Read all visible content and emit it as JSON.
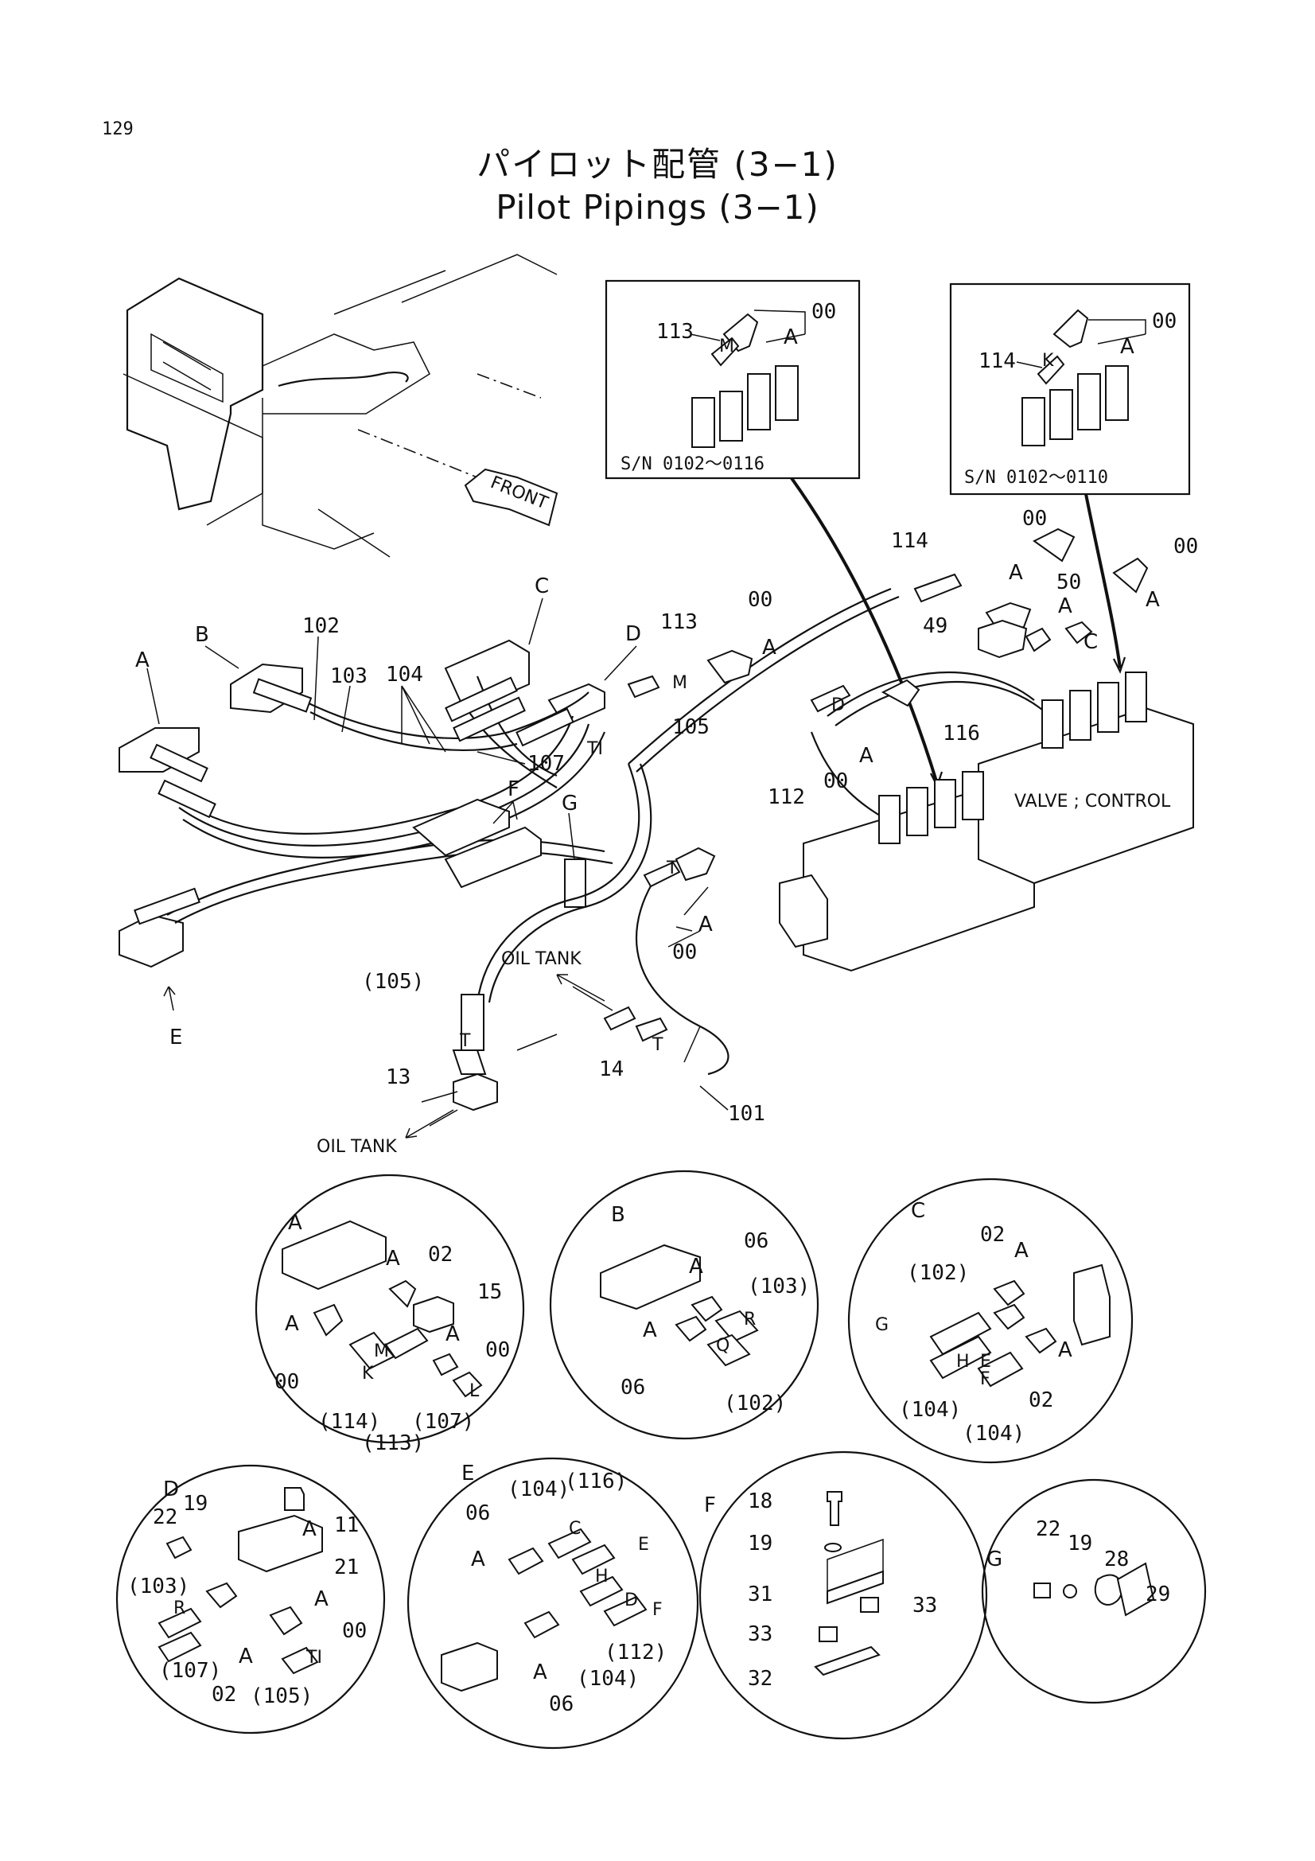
{
  "page_number": "129",
  "title_jp": "パイロット配管 (3−1)",
  "title_en": "Pilot Pipings (3−1)",
  "insets": [
    {
      "part": "113",
      "letter": "M",
      "fitting": "00",
      "oring": "A",
      "sn": "S/N  0102～0116"
    },
    {
      "part": "114",
      "letter": "K",
      "fitting": "00",
      "oring": "A",
      "sn": "S/N  0102～0110"
    }
  ],
  "main": {
    "front": "FRONT",
    "valve_label": "VALVE ; CONTROL",
    "oil_tank_1": "OIL TANK",
    "oil_tank_2": "OIL TANK",
    "view_letters": [
      "A",
      "B",
      "C",
      "D",
      "E",
      "F",
      "G"
    ],
    "callouts": [
      "102",
      "103",
      "104",
      "107",
      "113",
      "00",
      "A",
      "105",
      "112",
      "00",
      "A",
      "114",
      "00",
      "A",
      "49",
      "50",
      "A",
      "C",
      "00",
      "A",
      "116",
      "T",
      "A",
      "00",
      "(105)",
      "T",
      "13",
      "14",
      "T",
      "101",
      "M",
      "T",
      "TI",
      "D"
    ]
  },
  "details": {
    "A": [
      "A",
      "02",
      "A",
      "15",
      "A",
      "00",
      "A",
      "00",
      "M",
      "K",
      "L",
      "(114)",
      "(113)",
      "(107)"
    ],
    "B": [
      "B",
      "06",
      "A",
      "(103)",
      "R",
      "A",
      "Q",
      "06",
      "(102)"
    ],
    "C": [
      "C",
      "02",
      "A",
      "(102)",
      "G",
      "H",
      "E",
      "F",
      "A",
      "(104)",
      "(104)",
      "02"
    ],
    "D": [
      "D",
      "19",
      "22",
      "11",
      "A",
      "21",
      "(103)",
      "R",
      "A",
      "00",
      "(107)",
      "A",
      "02",
      "TI",
      "(105)"
    ],
    "E": [
      "E",
      "(104)",
      "(116)",
      "06",
      "C",
      "E",
      "A",
      "H",
      "D",
      "F",
      "(112)",
      "A",
      "(104)",
      "06"
    ],
    "F": [
      "F",
      "18",
      "19",
      "31",
      "33",
      "33",
      "32"
    ],
    "G": [
      "G",
      "22",
      "19",
      "28",
      "29"
    ]
  }
}
